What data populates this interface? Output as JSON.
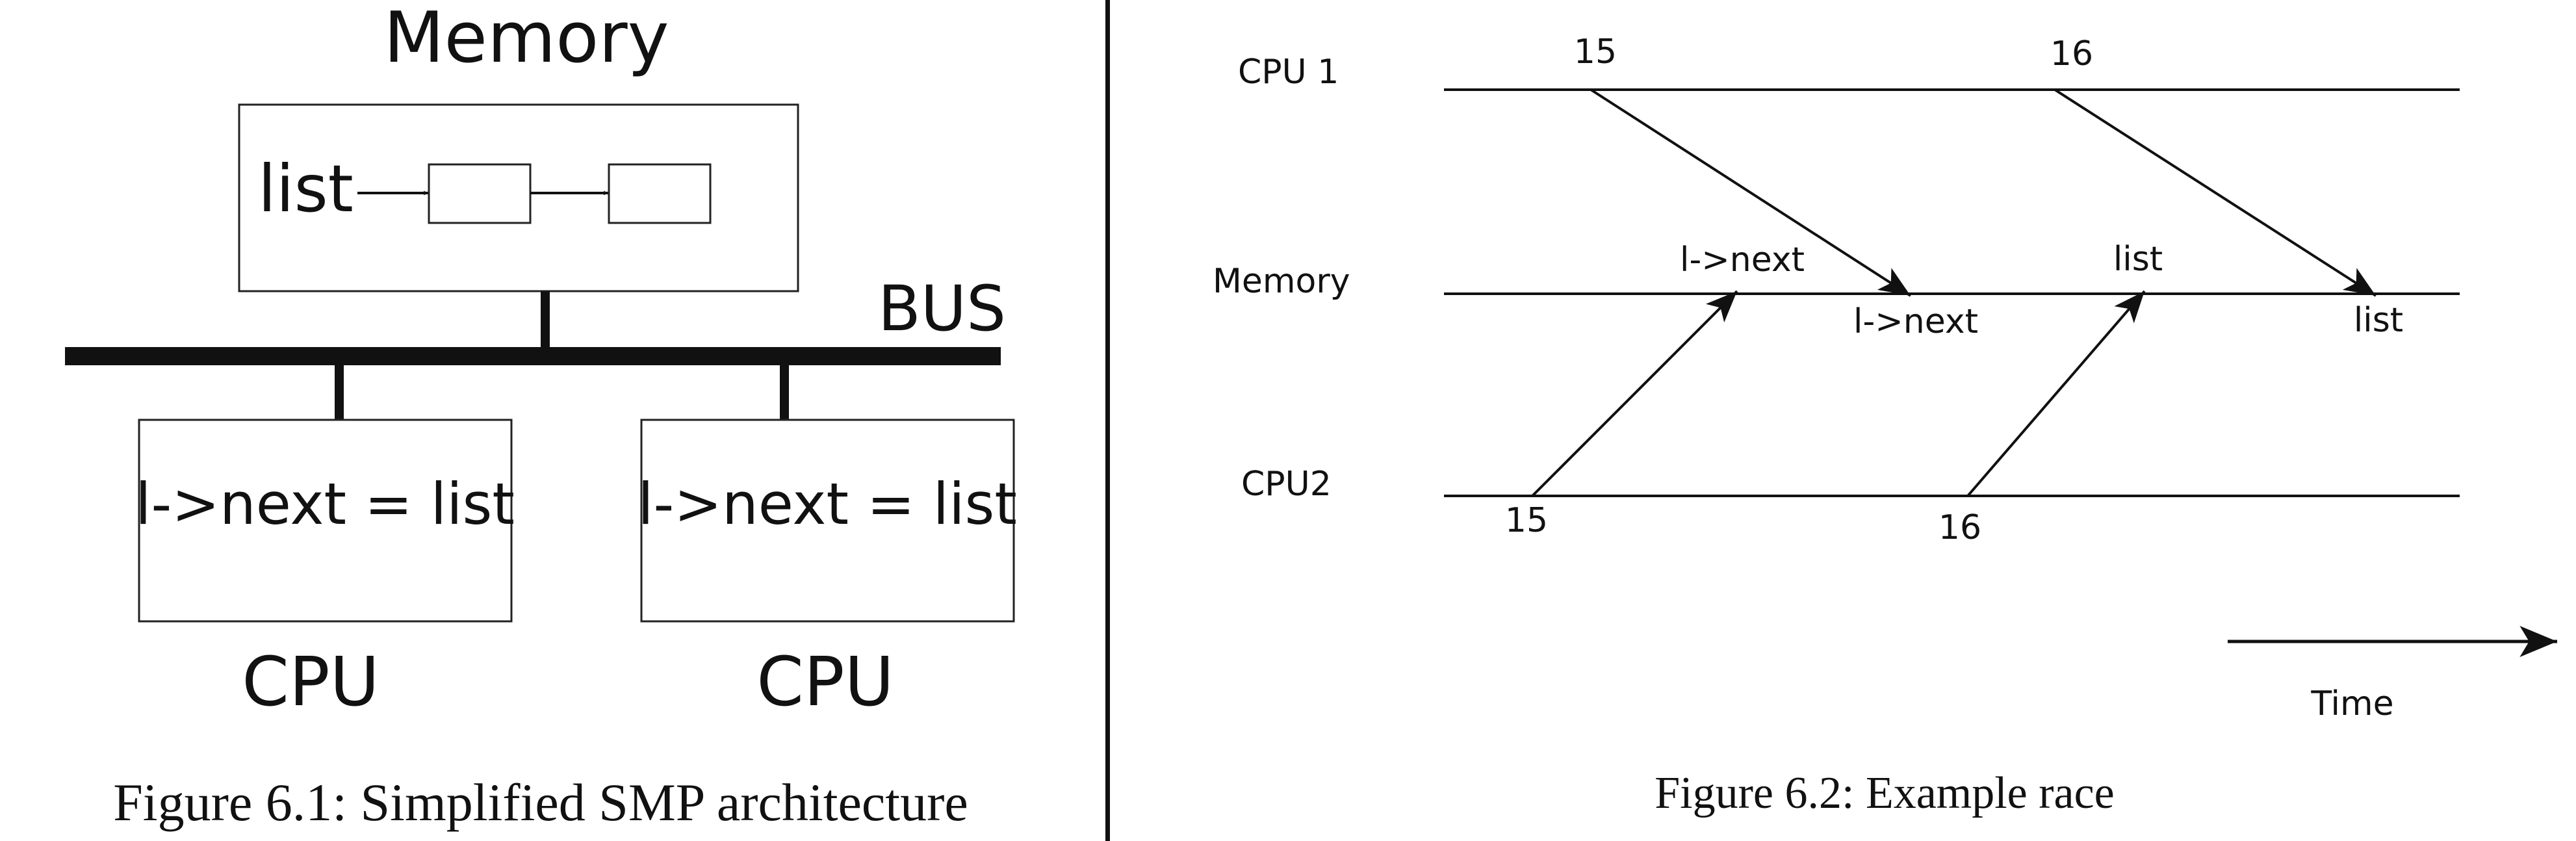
{
  "left_figure": {
    "memory_title": "Memory",
    "memory_list_label": "list",
    "bus_label": "BUS",
    "cpu_a_code": "l->next = list",
    "cpu_b_code": "l->next = list",
    "cpu_a_label": "CPU",
    "cpu_b_label": "CPU",
    "caption": "Figure 6.1: Simplified SMP architecture"
  },
  "right_figure": {
    "row_cpu1": "CPU 1",
    "row_memory": "Memory",
    "row_cpu2": "CPU2",
    "cpu1_time_15": "15",
    "cpu1_time_16": "16",
    "cpu2_time_15": "15",
    "cpu2_time_16": "16",
    "mem_write_lnext": "l->next",
    "mem_read_lnext": "l->next",
    "mem_write_list": "list",
    "mem_read_list": "list",
    "time_label": "Time",
    "caption": "Figure 6.2: Example race"
  }
}
